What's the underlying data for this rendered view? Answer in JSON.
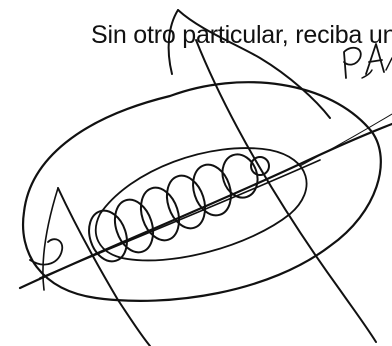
{
  "document": {
    "body_text": "Sin otro particular, reciba un cordial saludo."
  },
  "signature": {
    "kind": "handwritten-signature",
    "initials": "P.A."
  }
}
